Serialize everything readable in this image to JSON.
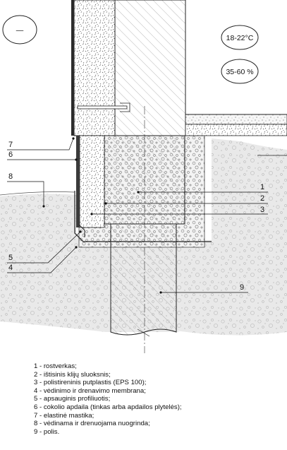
{
  "bubbles": {
    "left": "—",
    "temperature": "18-22°C",
    "humidity": "35-60 %"
  },
  "callouts": {
    "c1": "1",
    "c2": "2",
    "c3": "3",
    "c4": "4",
    "c5": "5",
    "c6": "6",
    "c7": "7",
    "c8": "8",
    "c9": "9"
  },
  "legend": [
    "1 - rostverkas;",
    "2 - ištisinis klijų sluoksnis;",
    "3 - polistireninis putplastis (EPS 100);",
    "4 - vėdinimo ir drenavimo membrana;",
    "5 - apsauginis profiliuotis;",
    "6 - cokolio apdaila (tinkas arba apdailos plytelės);",
    "7 - elastinė mastika;",
    "8 - vėdinama ir drenuojama nuogrinda;",
    "9 - polis."
  ]
}
